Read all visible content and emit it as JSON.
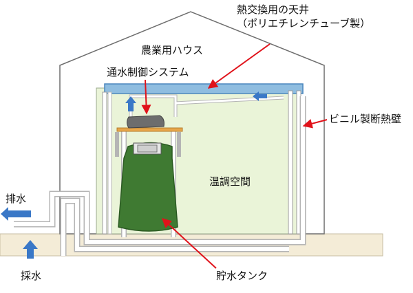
{
  "labels": {
    "ceiling_line1": "熱交換用の天井",
    "ceiling_line2": "（ポリエチレンチューブ製）",
    "house": "農業用ハウス",
    "control_system": "通水制御システム",
    "wall": "ビニル製断熱壁",
    "space": "温調空間",
    "drain": "排水",
    "intake": "採水",
    "tank": "貯水タンク"
  },
  "colors": {
    "ceiling_panel": "#8fbde0",
    "ceiling_border": "#4a86bd",
    "space_fill": "#eaf4d8",
    "ground": "#f4ecd7",
    "tank_fill": "#3f7a32",
    "tank_border": "#2b5a22",
    "shelf": "#e8a64a",
    "control_box": "#6d6d6d",
    "pipe_fill": "#ffffff",
    "pipe_stroke": "#b5b5b5",
    "flow_arrow": "#3a78c7",
    "pointer": "#e0121a"
  },
  "icons": {
    "flow_arrows": "blue-flow-arrow",
    "pointers": "red-pointer-arrow"
  }
}
